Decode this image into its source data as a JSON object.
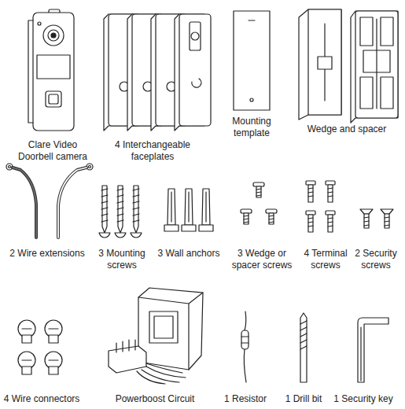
{
  "diagram": {
    "labels": [
      "Clare Video Doorbell camera",
      "4 Interchangeable faceplates",
      "Mounting template",
      "Wedge and spacer",
      "2 Wire extensions",
      "3 Mounting screws",
      "3 Wall anchors",
      "3 Wedge or spacer screws",
      "4 Terminal screws",
      "2 Security screws",
      "4 Wire connectors",
      "Powerboost Circuit",
      "1 Resistor",
      "1 Drill bit",
      "1 Security key"
    ]
  }
}
